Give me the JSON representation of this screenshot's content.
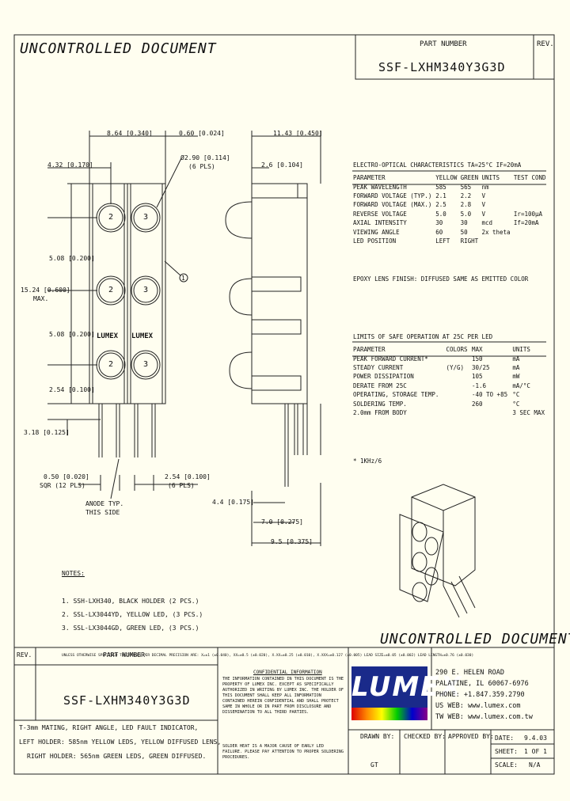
{
  "header": {
    "watermark_top": "UNCONTROLLED DOCUMENT",
    "part_number_label": "PART NUMBER",
    "part_number": "SSF-LXHM340Y3G3D",
    "rev_label": "REV."
  },
  "dimensions": {
    "d_8_64": "8.64 [0.340]",
    "d_0_60": "0.60 [0.024]",
    "d_4_32": "4.32 [0.170]",
    "d_dia": "Ø2.90 [0.114]",
    "d_dia_pls": "(6 PLS)",
    "d_5_08a": "5.08 [0.200]",
    "d_15_24": "15.24 [0.600]",
    "d_max": "MAX.",
    "d_5_08b": "5.08 [0.200]",
    "d_2_54": "2.54 [0.100]",
    "d_3_18": "3.18 [0.125]",
    "d_0_50": "0.50 [0.020]",
    "d_sqr": "SQR (12 PLS)",
    "d_2_54b": "2.54 [0.100]",
    "d_6pls": "(6 PLS)",
    "anode_1": "ANODE TYP.",
    "anode_2": "THIS SIDE",
    "d_11_43": "11.43 [0.450]",
    "d_2_6": "2.6 [0.104]",
    "d_4_4": "4.4 [0.175]",
    "d_7_0": "7.0 [0.275]",
    "d_9_5": "9.5 [0.375]",
    "callout": "1",
    "led_labels": [
      "2",
      "3",
      "2",
      "3",
      "2",
      "3"
    ],
    "lumex_label": "LUMEX"
  },
  "electro_optical": {
    "title": "ELECTRO-OPTICAL CHARACTERISTICS TA=25°C   IF=20mA",
    "headers": [
      "PARAMETER",
      "YELLOW",
      "GREEN",
      "UNITS",
      "TEST COND"
    ],
    "rows": [
      [
        "PEAK WAVELENGTH",
        "585",
        "565",
        "nm",
        ""
      ],
      [
        "FORWARD VOLTAGE (TYP.)",
        "2.1",
        "2.2",
        "V",
        ""
      ],
      [
        "FORWARD VOLTAGE (MAX.)",
        "2.5",
        "2.8",
        "V",
        ""
      ],
      [
        "REVERSE VOLTAGE",
        "5.0",
        "5.0",
        "V",
        "Ir=100μA"
      ],
      [
        "AXIAL INTENSITY",
        "30",
        "30",
        "mcd",
        "If=20mA"
      ],
      [
        "VIEWING ANGLE",
        "60",
        "50",
        "2x theta",
        ""
      ],
      [
        "LED POSITION",
        "LEFT",
        "RIGHT",
        "",
        ""
      ]
    ],
    "epoxy": "EPOXY LENS FINISH:  DIFFUSED SAME AS EMITTED COLOR"
  },
  "limits": {
    "title": "LIMITS OF SAFE OPERATION AT 25C  PER LED",
    "headers": [
      "PARAMETER",
      "COLORS",
      "MAX",
      "UNITS"
    ],
    "rows": [
      [
        "PEAK FORWARD CURRENT*",
        "",
        "150",
        "mA"
      ],
      [
        "STEADY CURRENT",
        "(Y/G)",
        "30/25",
        "mA"
      ],
      [
        "POWER DISSIPATION",
        "",
        "105",
        "mW"
      ],
      [
        "DERATE FROM 25C",
        "",
        "-1.6",
        "mA/°C"
      ],
      [
        "OPERATING, STORAGE TEMP.",
        "",
        "-40 TO +85",
        "°C"
      ],
      [
        "SOLDERING TEMP.",
        "",
        "260",
        "°C"
      ],
      [
        "2.0mm FROM BODY",
        "",
        "",
        "3 SEC MAX"
      ]
    ],
    "footnote": "* 1KHz/6"
  },
  "notes": {
    "title": "NOTES:",
    "items": [
      "1. SSH-LXH340, BLACK HOLDER (2 PCS.)",
      "2. SSL-LX3044YD, YELLOW LED, (3 PCS.)",
      "3. SSL-LX3044GD, GREEN LED, (3 PCS.)"
    ]
  },
  "watermark_bottom": "UNCONTROLLED DOCUMENT",
  "tolerance_line": "UNLESS OTHERWISE SPECIFIED TOLERANCES PER DECIMAL PRECISION ARE: X=±1 (±0.040), XX=±0.5 (±0.020), X.XX=±0.25 (±0.010), X.XXX=±0.127 (±0.005)  LEAD SIZE=±0.05 (±0.002)  LEAD LENGTH=±0.76 (±0.030)",
  "title_block": {
    "rev_label": "REV.",
    "part_number_label": "PART NUMBER",
    "part_number": "SSF-LXHM340Y3G3D",
    "description": [
      "T-3mm MATING, RIGHT ANGLE, LED FAULT INDICATOR,",
      "LEFT HOLDER: 585nm YELLOW LEDS, YELLOW DIFFUSED LENS,",
      "RIGHT HOLDER: 565nm GREEN LEDS, GREEN DIFFUSED."
    ],
    "confidential_title": "CONFIDENTIAL INFORMATION",
    "confidential_text": "THE INFORMATION CONTAINED IN THIS DOCUMENT IS THE PROPERTY OF LUMEX INC. EXCEPT AS SPECIFICALLY AUTHORIZED IN WRITING BY LUMEX INC. THE HOLDER OF THIS DOCUMENT SHALL KEEP ALL INFORMATION CONTAINED HEREIN CONFIDENTIAL AND SHALL PROTECT SAME IN WHOLE OR IN PART FROM DISCLOSURE AND DISSEMINATION TO ALL THIRD PARTIES.",
    "solder_note": "SOLDER HEAT IS A MAJOR CAUSE OF EARLY LED FAILURE. PLEASE PAY ATTENTION TO PROPER SOLDERING PROCEDURES.",
    "logo": "LUMEX",
    "address": [
      "290 E. HELEN ROAD",
      "PALATINE, IL  60067-6976",
      "PHONE: +1.847.359.2790",
      "US WEB: www.lumex.com",
      "TW WEB: www.lumex.com.tw"
    ],
    "drawn_by_label": "DRAWN BY:",
    "drawn_by": "GT",
    "checked_by_label": "CHECKED BY:",
    "approved_by_label": "APPROVED BY:",
    "date_label": "DATE:",
    "date": "9.4.03",
    "sheet_label": "SHEET:",
    "sheet": "1 OF 1",
    "scale_label": "SCALE:",
    "scale": "N/A"
  }
}
